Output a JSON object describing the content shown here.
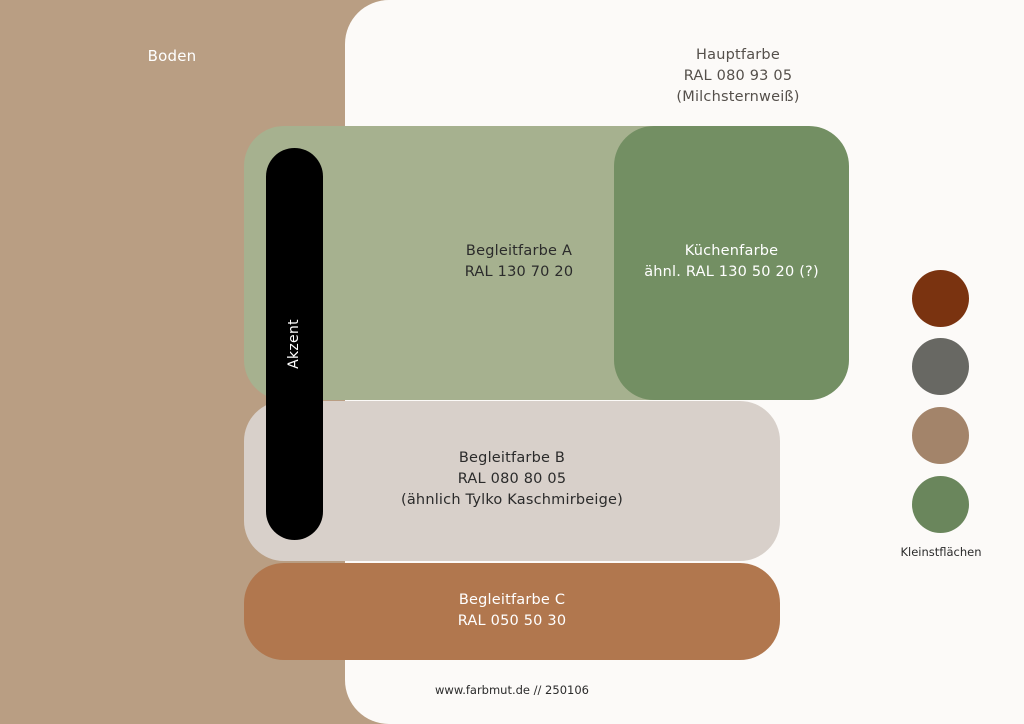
{
  "floor": {
    "label": "Boden",
    "color": "#b99e83"
  },
  "main_color": {
    "lines": [
      "Hauptfarbe",
      "RAL 080 93 05",
      "(Milchsternweiß)"
    ],
    "color": "#fcfaf8"
  },
  "accompanying_a": {
    "lines": [
      "Begleitfarbe A",
      "RAL 130 70 20"
    ],
    "color": "#a6b18f"
  },
  "kitchen": {
    "lines": [
      "Küchenfarbe",
      "ähnl. RAL 130 50 20 (?)"
    ],
    "color": "#738f63"
  },
  "accompanying_b": {
    "lines": [
      "Begleitfarbe B",
      "RAL 080 80 05",
      "(ähnlich Tylko Kaschmirbeige)"
    ],
    "color": "#d8d0ca"
  },
  "accompanying_c": {
    "lines": [
      "Begleitfarbe C",
      "RAL 050 50 30"
    ],
    "color": "#b1774e"
  },
  "accent": {
    "label": "Akzent",
    "color": "#000000"
  },
  "small_areas": {
    "label": "Kleinstflächen",
    "swatches": [
      {
        "color": "#7a3310"
      },
      {
        "color": "#686863"
      },
      {
        "color": "#a3846a"
      },
      {
        "color": "#6a865c"
      }
    ]
  },
  "footer": {
    "text": "www.farbmut.de // 250106"
  }
}
